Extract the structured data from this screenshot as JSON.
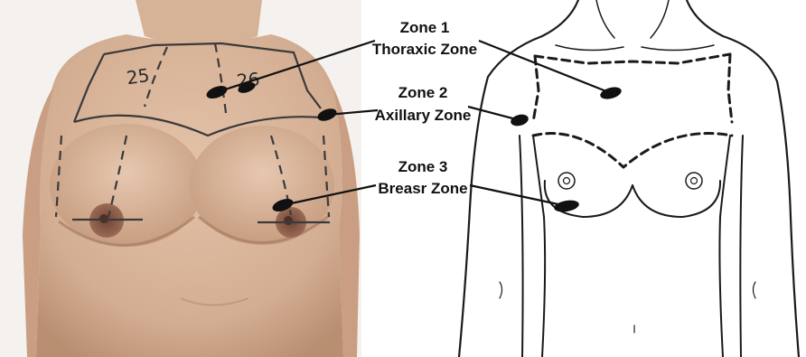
{
  "photo": {
    "markings": [
      "25",
      "26"
    ]
  },
  "labels": [
    {
      "zone": "Zone 1",
      "name": "Thoraxic Zone"
    },
    {
      "zone": "Zone 2",
      "name": "Axillary Zone"
    },
    {
      "zone": "Zone 3",
      "name": "Breasr Zone"
    }
  ],
  "colors": {
    "skin": "#d8b49a",
    "skin_shadow": "#b98f72",
    "background": "#ffffff",
    "ink": "#1a1a1a",
    "photo_background": "#f4f1ee"
  }
}
